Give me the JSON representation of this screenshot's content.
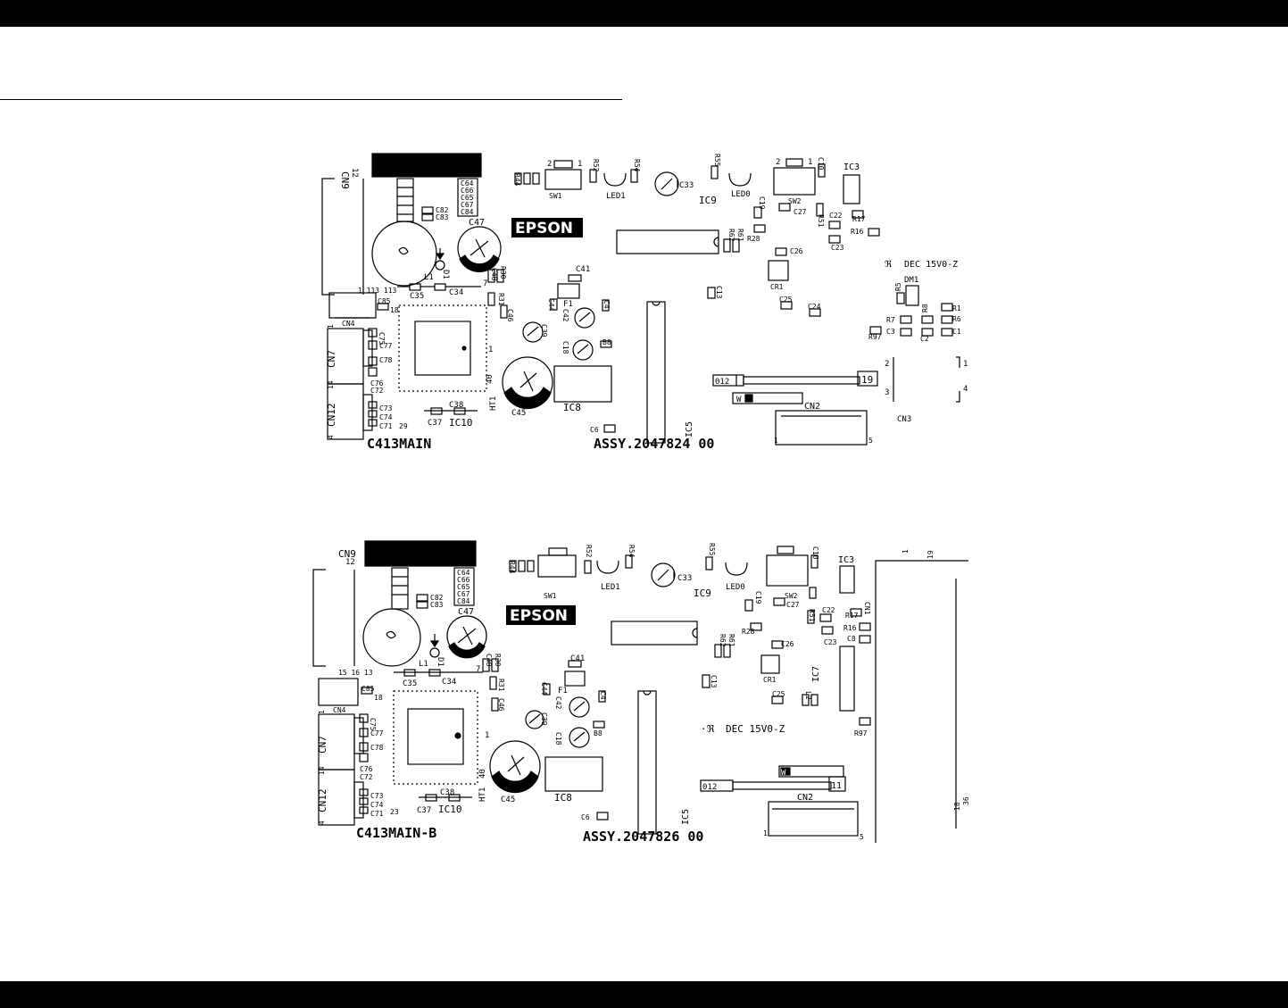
{
  "boards": [
    {
      "id": "top",
      "board_name": "C413MAIN",
      "assy_number": "ASSY.2047824 00",
      "logo_text": "EPSON",
      "ul_text": "DEC 15V0-Z",
      "labels": {
        "cn9": "CN9",
        "cn9_pin": "12",
        "sw1": "SW1",
        "sw2": "SW2",
        "led1": "LED1",
        "led0": "LED0",
        "ic9": "IC9",
        "ic3": "IC3",
        "ic8": "IC8",
        "ic10": "IC10",
        "ic5": "IC5",
        "cr1": "CR1",
        "dm1": "DM1",
        "cn4": "CN4",
        "cn7": "CN7",
        "cn12": "CN12",
        "cn2": "CN2",
        "cn3": "CN3",
        "l1": "L1",
        "f1": "F1",
        "d1": "D1",
        "c33": "C33",
        "c47": "C47",
        "c45": "C45",
        "c18": "C18",
        "c39": "C39",
        "c41": "C41",
        "c42": "C42",
        "c44": "C44",
        "c46": "C46",
        "c48": "C48",
        "c35": "C35",
        "c34": "C34",
        "c37": "C37",
        "c38": "C38",
        "c10": "C10",
        "c19": "C19",
        "c27": "C27",
        "c22": "C22",
        "c23": "C23",
        "c26": "C26",
        "c25": "C25",
        "c24": "C24",
        "c13": "C13",
        "c6": "C6",
        "c85": "C85",
        "c75": "C75",
        "c77": "C77",
        "c78": "C78",
        "c76": "C76",
        "c72": "C72",
        "c73": "C73",
        "c74": "C74",
        "c71": "C71",
        "c82": "C82",
        "c83": "C83",
        "c64": "C64",
        "c66": "C66",
        "c65": "C65",
        "c67": "C67",
        "c84": "C84",
        "c1": "C1",
        "c2": "C2",
        "c3": "C3",
        "r44": "R44",
        "r52": "R52",
        "r54": "R54",
        "r55": "R55",
        "r28": "R28",
        "r51": "R51",
        "r62": "R62",
        "r61": "R61",
        "r17": "R17",
        "r16": "R16",
        "r5": "R5",
        "r1": "R1",
        "r6": "R6",
        "r7": "R7",
        "r8": "R8",
        "r97": "R97",
        "r30": "R30",
        "r31": "R31",
        "ht1": "HT1",
        "b8": "B8",
        "c4": "C4",
        "pin_1": "1",
        "pin_2": "2",
        "pin_3": "3",
        "pin_4": "4",
        "pin_5": "5",
        "pin_7": "7",
        "pin_14": "14",
        "pin_19": "19",
        "pin_40": "40",
        "pin_29": "29",
        "pin_18": "18",
        "pin_1113": "1 113 113",
        "conn_w": "W",
        "conn_012": "012"
      }
    },
    {
      "id": "bottom",
      "board_name": "C413MAIN-B",
      "assy_number": "ASSY.2047826 00",
      "logo_text": "EPSON",
      "ul_text": "DEC 15V0-Z",
      "labels": {
        "cn9": "CN9",
        "cn9_pin": "12",
        "sw1": "SW1",
        "sw2": "SW2",
        "led1": "LED1",
        "led0": "LED0",
        "ic9": "IC9",
        "ic3": "IC3",
        "ic8": "IC8",
        "ic10": "IC10",
        "ic5": "IC5",
        "ic7": "IC7",
        "cr1": "CR1",
        "cn4": "CN4",
        "cn7": "CN7",
        "cn12": "CN12",
        "cn2": "CN2",
        "cn1": "CN1",
        "l1": "L1",
        "f1": "F1",
        "d1": "D1",
        "c33": "C33",
        "c47": "C47",
        "c45": "C45",
        "c18": "C18",
        "c39": "C39",
        "c41": "C41",
        "c42": "C42",
        "c44": "C44",
        "c46": "C46",
        "c48": "C48",
        "c35": "C35",
        "c34": "C34",
        "c37": "C37",
        "c38": "C38",
        "c10": "C10",
        "c19": "C19",
        "c27": "C27",
        "c22": "C22",
        "c23": "C23",
        "c26": "C26",
        "c25": "C25",
        "c13": "C13",
        "c6": "C6",
        "c8": "C8",
        "c85": "C85",
        "c75": "C75",
        "c77": "C77",
        "c78": "C78",
        "c76": "C76",
        "c72": "C72",
        "c73": "C73",
        "c74": "C74",
        "c71": "C71",
        "c82": "C82",
        "c83": "C83",
        "c64": "C64",
        "c66": "C66",
        "c65": "C65",
        "c67": "C67",
        "c84": "C84",
        "c4": "C4",
        "r44": "R44",
        "r52": "R52",
        "r54": "R54",
        "r55": "R55",
        "r28": "R28",
        "r51": "R51",
        "r62": "R62",
        "r61": "R61",
        "r17": "R17",
        "r16": "R16",
        "r97": "R97",
        "r30": "R30",
        "r31": "R31",
        "ht1": "HT1",
        "b8": "B8",
        "l2": "L2",
        "pin_1": "1",
        "pin_4": "4",
        "pin_5": "5",
        "pin_7": "7",
        "pin_14": "14",
        "pin_19": "19",
        "pin_40": "40",
        "pin_23": "23",
        "pin_18": "18",
        "pin_36": "36",
        "pin_11": "11",
        "pin_1516": "15 16 13",
        "conn_w": "W",
        "conn_012": "012"
      }
    }
  ]
}
